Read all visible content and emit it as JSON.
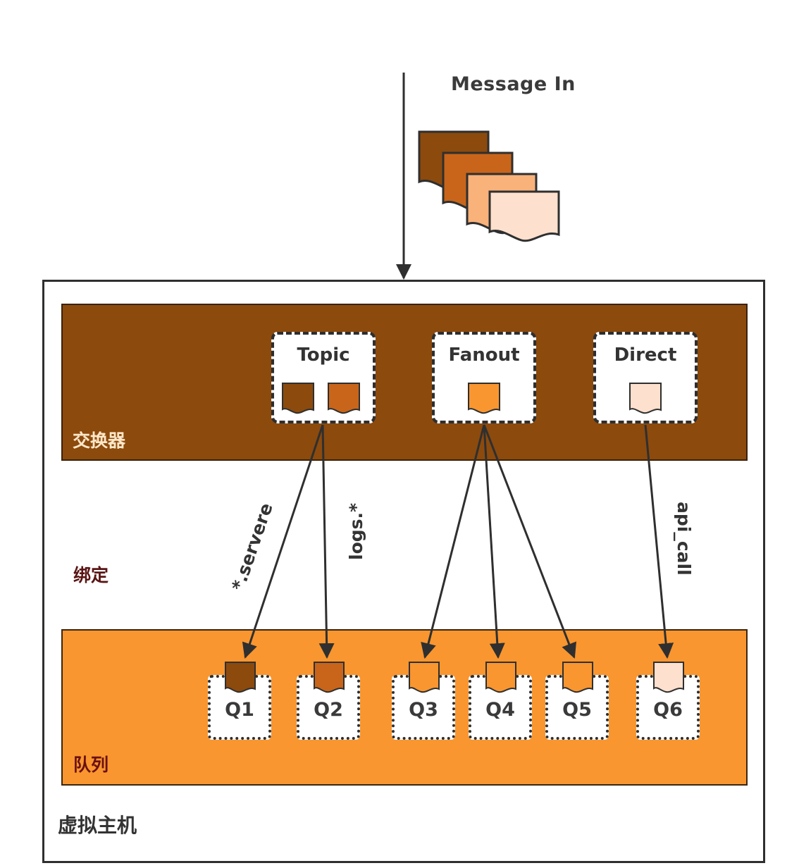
{
  "message_in": {
    "title": "Message In"
  },
  "virtual_host": {
    "label": "虚拟主机"
  },
  "exchanges": {
    "label": "交换器",
    "items": [
      {
        "name": "Topic"
      },
      {
        "name": "Fanout"
      },
      {
        "name": "Direct"
      }
    ]
  },
  "binding": {
    "label": "绑定",
    "routing_keys": [
      "*.servere",
      "logs.*",
      "api_call"
    ]
  },
  "queues": {
    "label": "队列",
    "items": [
      {
        "name": "Q1"
      },
      {
        "name": "Q2"
      },
      {
        "name": "Q3"
      },
      {
        "name": "Q4"
      },
      {
        "name": "Q5"
      },
      {
        "name": "Q6"
      }
    ]
  },
  "colors": {
    "exchange_band": "#8c4a0d",
    "queue_band": "#f9962f",
    "message_dark": "#8c4a0d",
    "message_medium": "#c8651a",
    "message_orange": "#f9962f",
    "message_light": "#fde0cd"
  }
}
